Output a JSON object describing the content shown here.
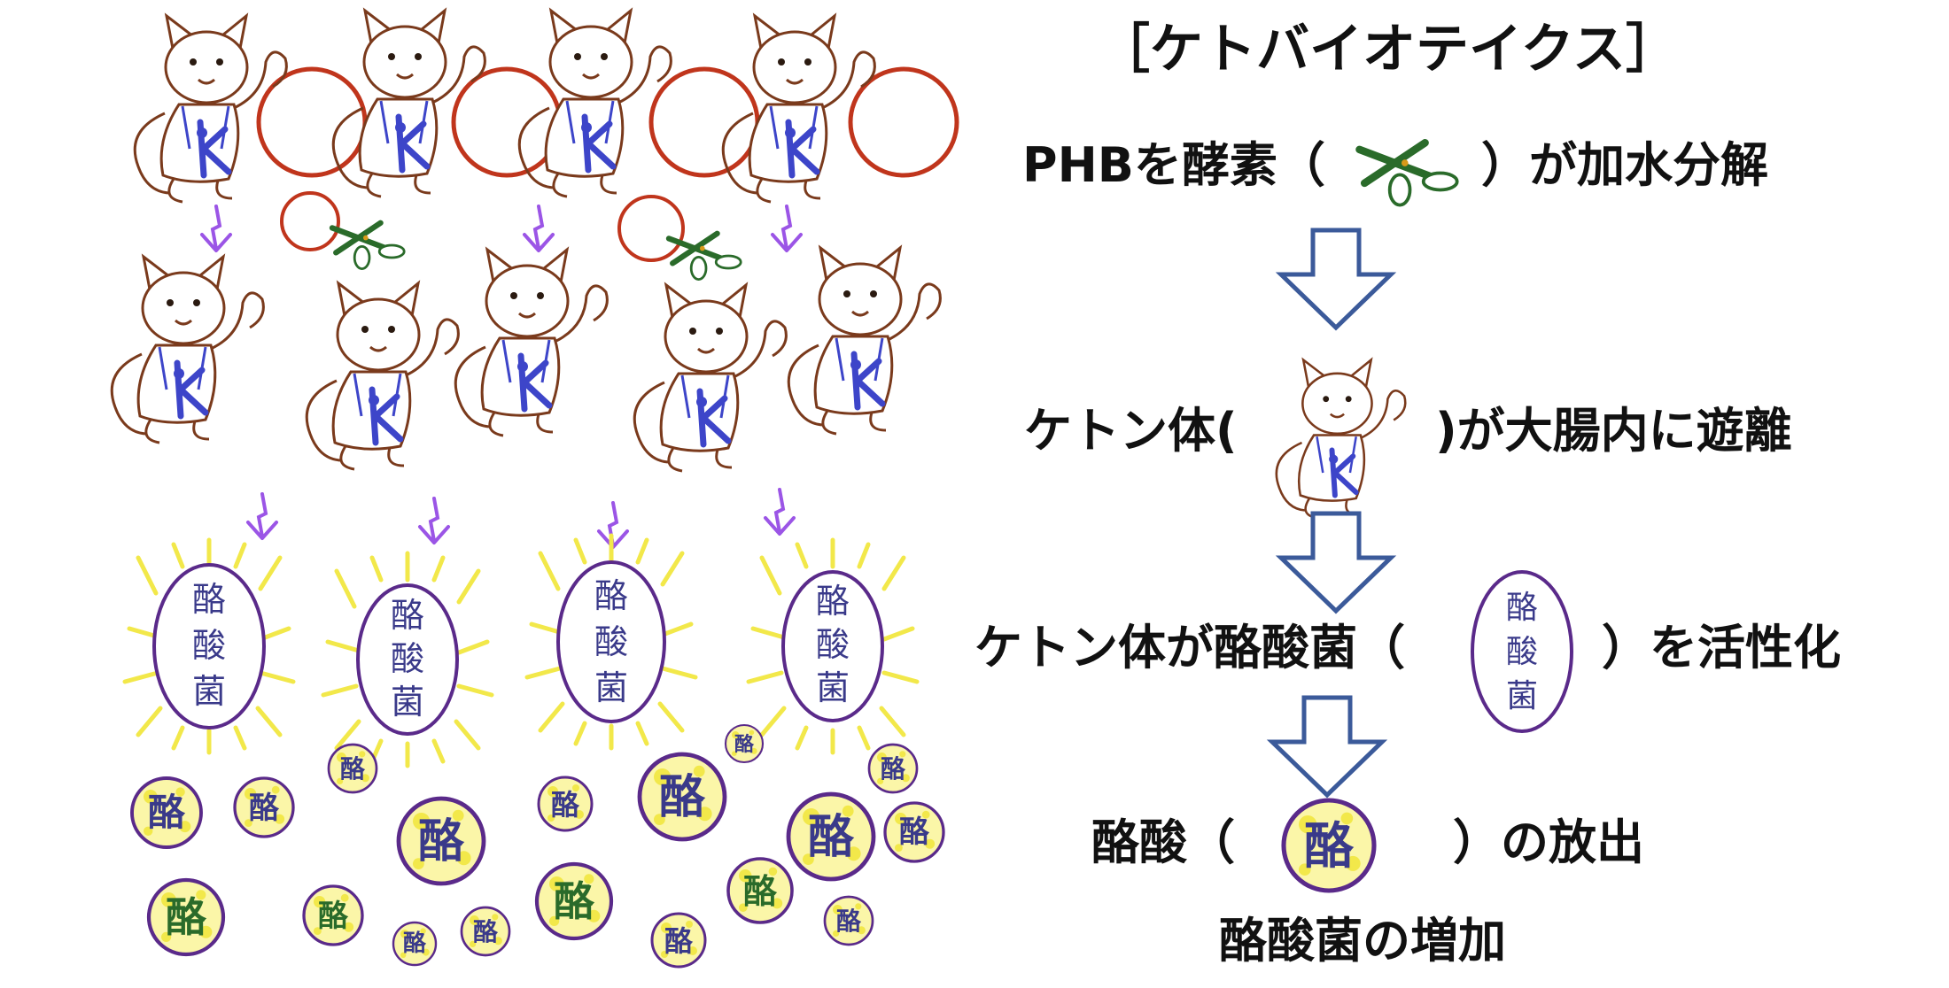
{
  "title": "［ケトバイオテイクス］",
  "steps": {
    "s1_left": "PHBを酵素（",
    "s1_right": "）が加水分解",
    "s2_left": "ケトン体(",
    "s2_right": ")が大腸内に遊離",
    "s3_left": "ケトン体が酪酸菌（",
    "s3_right": "）を活性化",
    "s4_left": "酪酸（",
    "s4_right": "）の放出",
    "s5": "酪酸菌の増加"
  },
  "labels": {
    "bacteria": [
      "酪",
      "酸",
      "菌"
    ],
    "butyrate": "酪"
  },
  "colors": {
    "chain_ring": "#c0351c",
    "cat_outline": "#7a3a1c",
    "k_blue": "#3d45c9",
    "scissors_green": "#2a6b2a",
    "arrow_purple": "#9b55e6",
    "flow_arrow": "#3b5a9a",
    "bacteria_outline": "#5a2a8a",
    "glow_yellow": "#f2e84a",
    "bead_text": "#3a3a8a"
  }
}
